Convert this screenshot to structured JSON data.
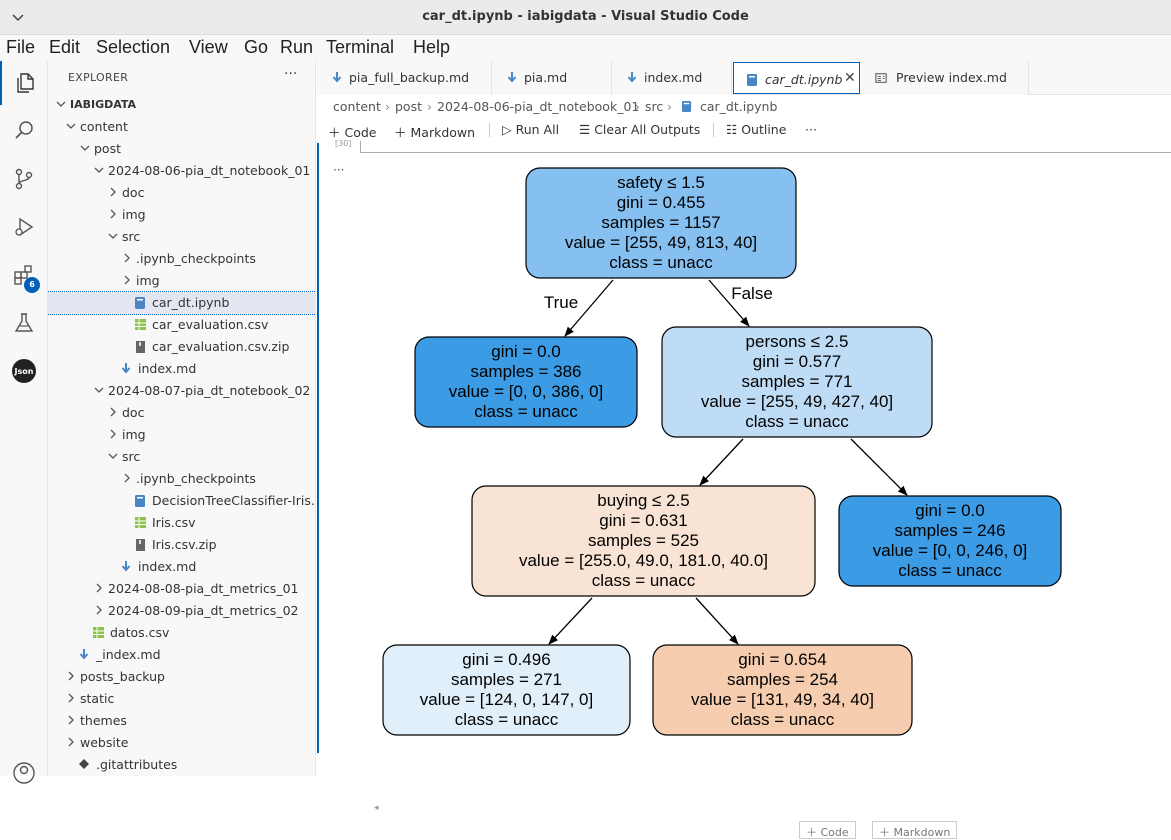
{
  "window": {
    "title": "car_dt.ipynb - iabigdata - Visual Studio Code"
  },
  "menu": [
    "File",
    "Edit",
    "Selection",
    "View",
    "Go",
    "Run",
    "Terminal",
    "Help"
  ],
  "activity": {
    "extensions_badge": "6",
    "json_label": "Json"
  },
  "explorer": {
    "header": "EXPLORER",
    "more": "···",
    "root": "IABIGDATA",
    "items": [
      "content",
      "post",
      "2024-08-06-pia_dt_notebook_01",
      "doc",
      "img",
      "src",
      ".ipynb_checkpoints",
      "img",
      "car_dt.ipynb",
      "car_evaluation.csv",
      "car_evaluation.csv.zip",
      "index.md",
      "2024-08-07-pia_dt_notebook_02",
      "doc",
      "img",
      "src",
      ".ipynb_checkpoints",
      "DecisionTreeClassifier-Iris.ipynb",
      "Iris.csv",
      "Iris.csv.zip",
      "index.md",
      "2024-08-08-pia_dt_metrics_01",
      "2024-08-09-pia_dt_metrics_02",
      "datos.csv",
      "_index.md",
      "posts_backup",
      "static",
      "themes",
      "website",
      ".gitattributes"
    ]
  },
  "tabs": [
    "pia_full_backup.md",
    "pia.md",
    "index.md",
    "car_dt.ipynb",
    "Preview index.md"
  ],
  "breadcrumb": [
    "content",
    "post",
    "2024-08-06-pia_dt_notebook_01",
    "src",
    "car_dt.ipynb"
  ],
  "notebook_toolbar": {
    "code": "Code",
    "markdown": "Markdown",
    "run_all": "Run All",
    "clear": "Clear All Outputs",
    "outline": "Outline",
    "more": "···"
  },
  "cell": {
    "exec_count": "[30]",
    "output_menu": "···"
  },
  "add_cell": {
    "code": "Code",
    "markdown": "Markdown"
  },
  "edge_labels": {
    "true": "True",
    "false": "False"
  },
  "tree_nodes": [
    {
      "lines": [
        "safety ≤ 1.5",
        "gini = 0.455",
        "samples = 1157",
        "value = [255, 49, 813, 40]",
        "class = unacc"
      ],
      "fill": "#85c0f0"
    },
    {
      "lines": [
        "gini = 0.0",
        "samples = 386",
        "value = [0, 0, 386, 0]",
        "class = unacc"
      ],
      "fill": "#3c9be5"
    },
    {
      "lines": [
        "persons ≤ 2.5",
        "gini = 0.577",
        "samples = 771",
        "value = [255, 49, 427, 40]",
        "class = unacc"
      ],
      "fill": "#bfdcf6"
    },
    {
      "lines": [
        "buying ≤ 2.5",
        "gini = 0.631",
        "samples = 525",
        "value = [255.0, 49.0, 181.0, 40.0]",
        "class = unacc"
      ],
      "fill": "#f9e3d4"
    },
    {
      "lines": [
        "gini = 0.0",
        "samples = 246",
        "value = [0, 0, 246, 0]",
        "class = unacc"
      ],
      "fill": "#3c9be5"
    },
    {
      "lines": [
        "gini = 0.496",
        "samples = 271",
        "value = [124, 0, 147, 0]",
        "class = unacc"
      ],
      "fill": "#e0eff9"
    },
    {
      "lines": [
        "gini = 0.654",
        "samples = 254",
        "value = [131, 49, 34, 40]",
        "class = unacc"
      ],
      "fill": "#f6cdaf"
    }
  ]
}
